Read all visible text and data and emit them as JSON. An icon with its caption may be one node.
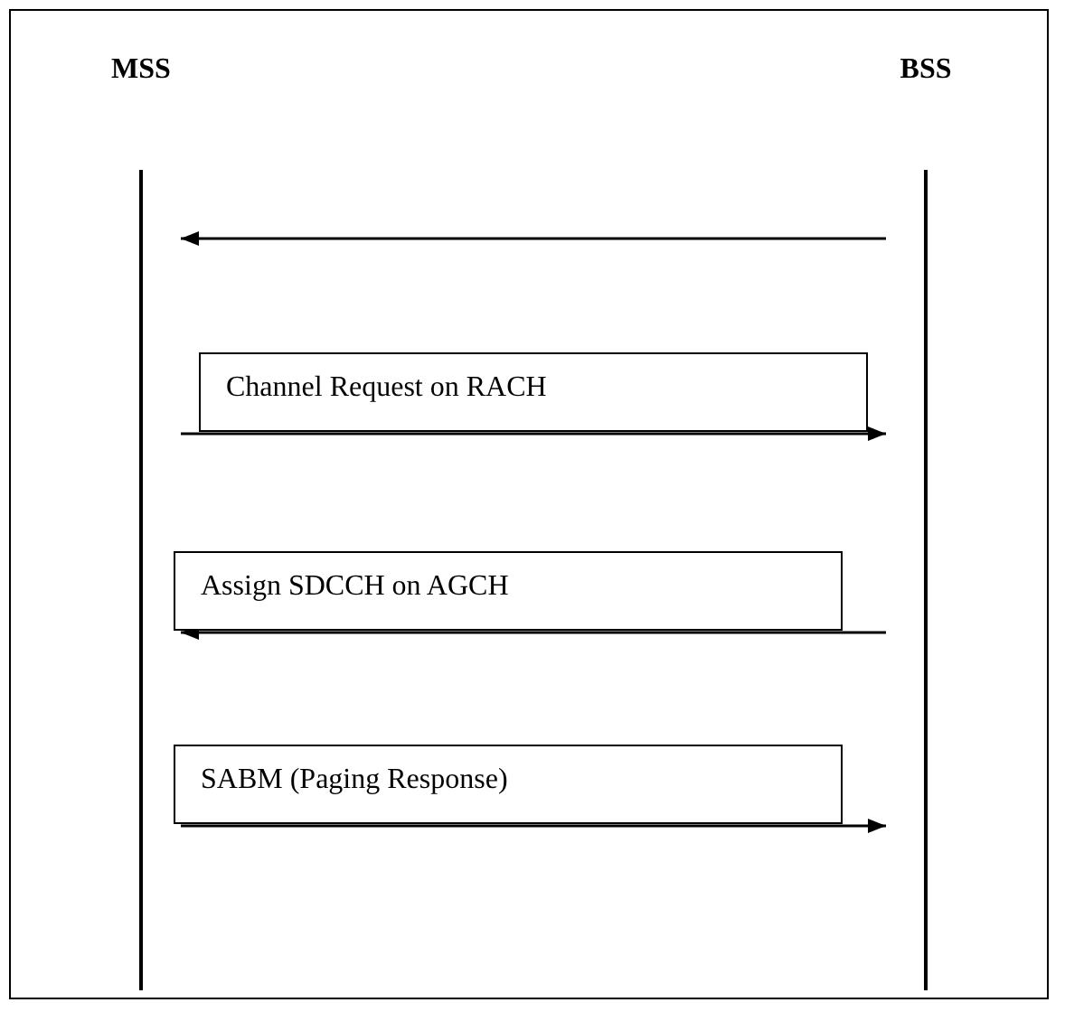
{
  "diagram": {
    "nodes": [
      {
        "text": [
          "MSS"
        ]
      },
      {
        "text": [
          "BSS"
        ]
      }
    ],
    "edges": [
      {
        "from": 1,
        "to": 0,
        "arrow": "to"
      },
      {
        "from": 0,
        "to": 1,
        "arrow": "to",
        "label": "Channel Request on RACH"
      },
      {
        "from": 1,
        "to": 0,
        "arrow": "to",
        "label": "Assign SDCCH on AGCH"
      },
      {
        "from": 0,
        "to": 1,
        "arrow": "to",
        "label": "SABM (Paging Response)"
      }
    ]
  }
}
